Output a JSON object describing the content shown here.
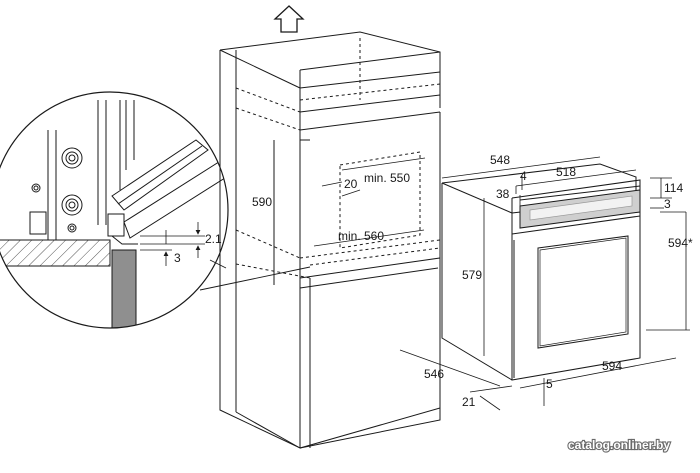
{
  "labels": {
    "cab_height": "590",
    "cab_depth_top": "20",
    "cab_width_min_top": "min. 550",
    "cab_width_min_bottom": "min. 560",
    "gap_top": "2.1",
    "gap_bottom": "3",
    "oven_depth_top": "548",
    "door_offset": "4",
    "panel_depth": "518",
    "door_thickness": "38",
    "panel_height": "114",
    "panel_gap": "3",
    "oven_height_side": "594*",
    "body_height": "579",
    "oven_depth_base": "546",
    "oven_width": "594",
    "door_gap_bottom": "5",
    "door_depth": "21"
  },
  "watermark": "catalog.onliner.by",
  "icons": {
    "upward_arrow": "ventilation-arrow-icon"
  },
  "colors": {
    "line": "#1a1a1a",
    "dashed": "#333333",
    "hatch": "#555555",
    "gray_panel": "#8f8f8f"
  }
}
